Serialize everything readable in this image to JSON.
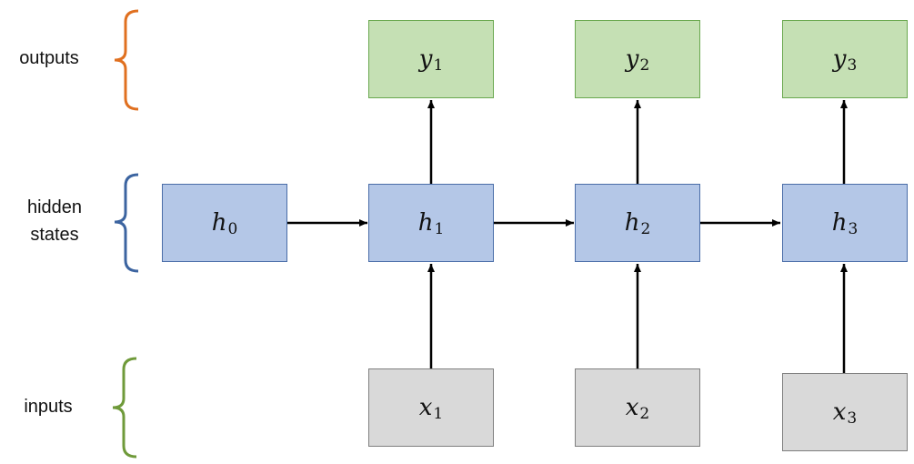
{
  "row_labels": {
    "outputs": "outputs",
    "hidden": [
      "hidden",
      "states"
    ],
    "inputs": "inputs"
  },
  "nodes": {
    "outputs": [
      {
        "symbol": "y",
        "sub": "1"
      },
      {
        "symbol": "y",
        "sub": "2"
      },
      {
        "symbol": "y",
        "sub": "3"
      }
    ],
    "hidden": [
      {
        "symbol": "h",
        "sub": "0"
      },
      {
        "symbol": "h",
        "sub": "1"
      },
      {
        "symbol": "h",
        "sub": "2"
      },
      {
        "symbol": "h",
        "sub": "3"
      }
    ],
    "inputs": [
      {
        "symbol": "x",
        "sub": "1"
      },
      {
        "symbol": "x",
        "sub": "2"
      },
      {
        "symbol": "x",
        "sub": "3"
      }
    ]
  },
  "colors": {
    "output_fill": "#c5e0b4",
    "output_border": "#6aa84f",
    "hidden_fill": "#b4c7e7",
    "hidden_border": "#4a6da8",
    "input_fill": "#d9d9d9",
    "input_border": "#7f7f7f",
    "bracket_outputs": "#e07020",
    "bracket_hidden": "#3c64a0",
    "bracket_inputs": "#6f9a3a",
    "arrow": "#000000"
  }
}
